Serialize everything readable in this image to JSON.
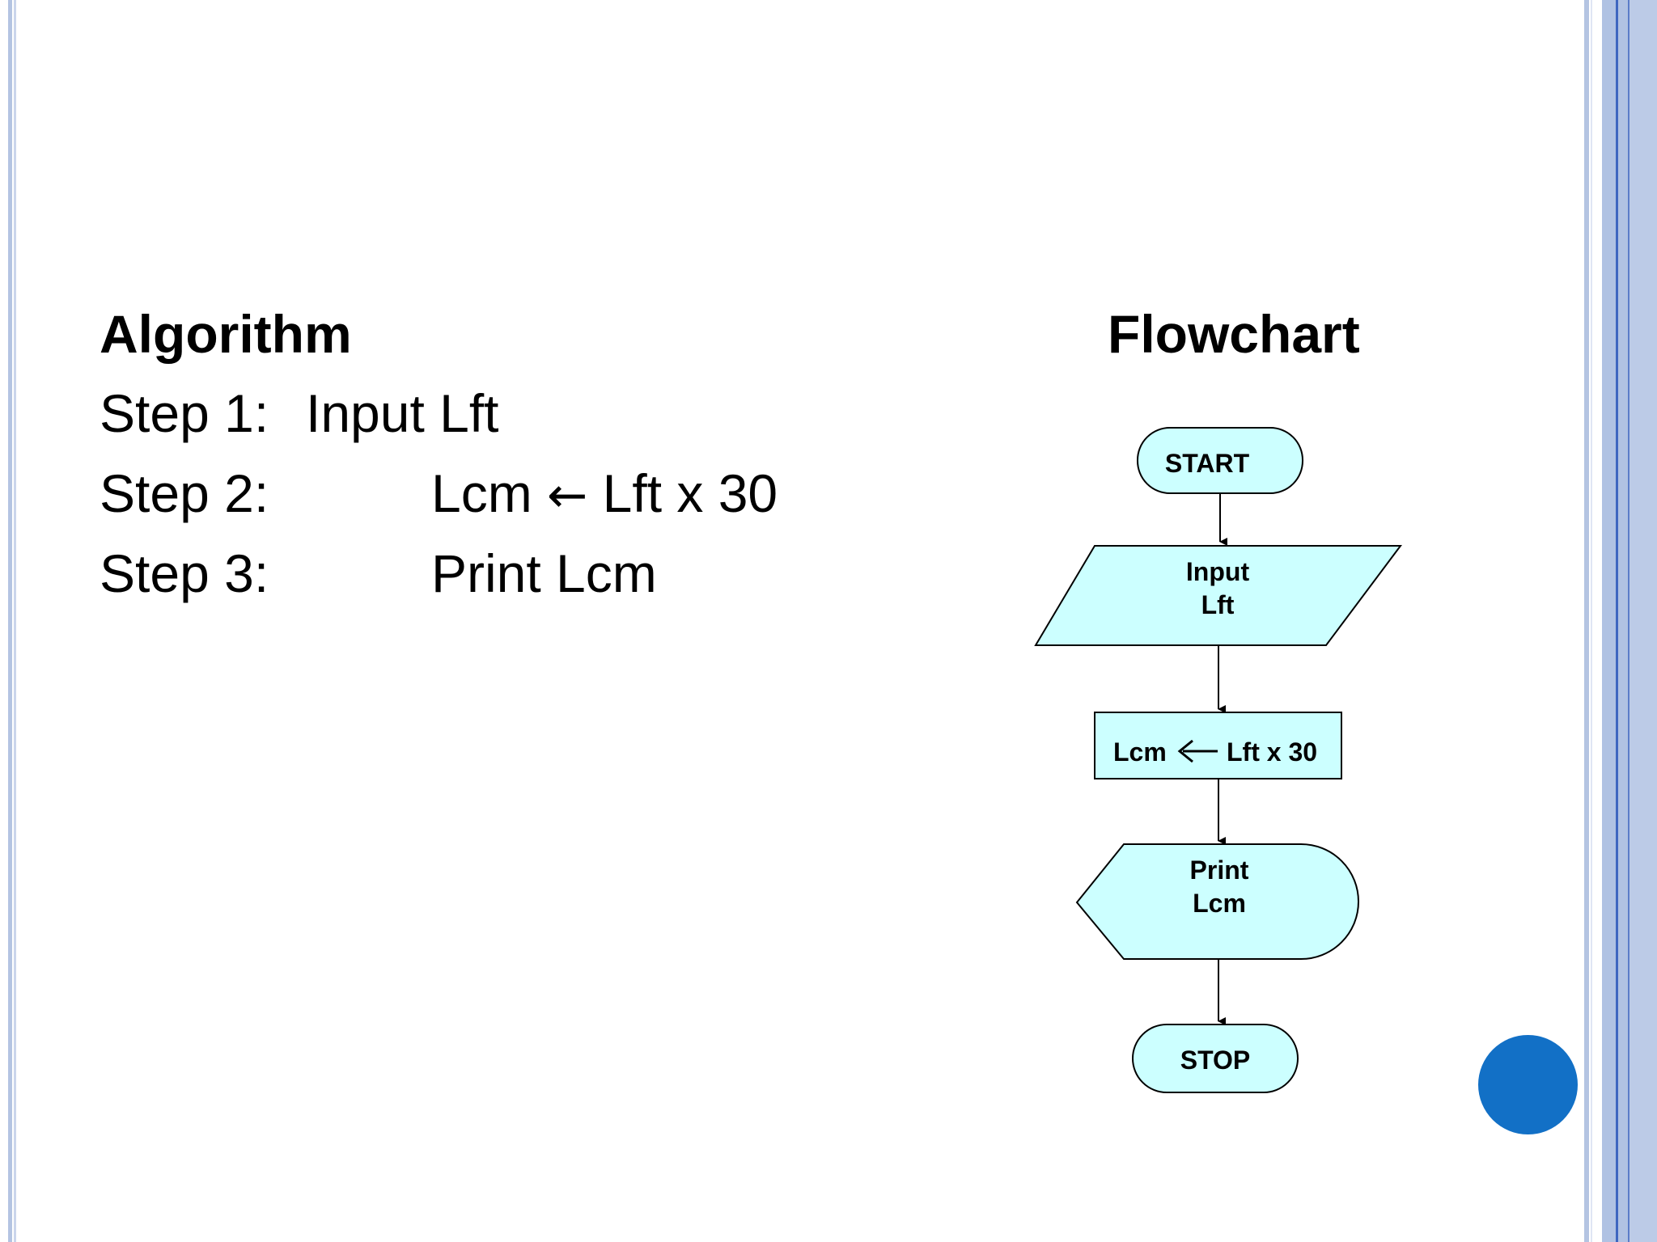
{
  "algorithm": {
    "title": "Algorithm",
    "steps": [
      {
        "label": "Step 1:",
        "value": "Input Lft"
      },
      {
        "label": "Step 2:",
        "value_left": "Lcm",
        "arrow": "←",
        "value_right": "Lft x 30"
      },
      {
        "label": "Step 3:",
        "value": "Print Lcm"
      }
    ]
  },
  "flowchart": {
    "title": "Flowchart",
    "start": "START",
    "input_line1": "Input",
    "input_line2": "Lft",
    "process_left": "Lcm",
    "process_arrow": "←",
    "process_right": "Lft x 30",
    "output_line1": "Print",
    "output_line2": "Lcm",
    "stop": "STOP"
  },
  "colors": {
    "shape_fill": "#ccffff",
    "accent_circle": "#1270c6",
    "border_blue": "#b4c4e2"
  }
}
